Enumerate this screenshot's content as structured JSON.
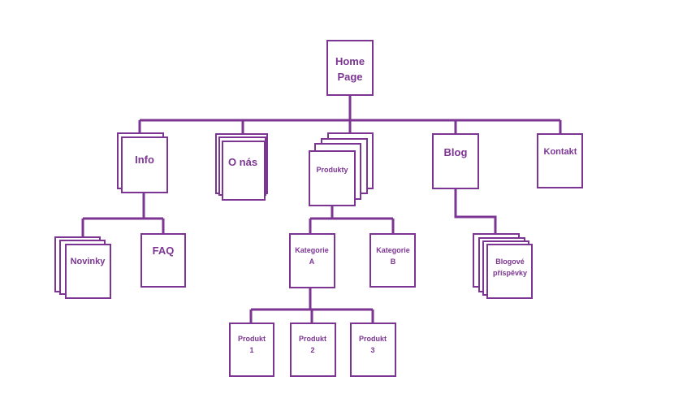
{
  "nodes": {
    "home": {
      "lines": [
        "Home",
        "Page"
      ]
    },
    "info": {
      "lines": [
        "Info"
      ]
    },
    "onas": {
      "lines": [
        "O nás"
      ]
    },
    "produkty": {
      "lines": [
        "Produkty"
      ]
    },
    "blog": {
      "lines": [
        "Blog"
      ]
    },
    "kontakt": {
      "lines": [
        "Kontakt"
      ]
    },
    "novinky": {
      "lines": [
        "Novinky"
      ]
    },
    "faq": {
      "lines": [
        "FAQ"
      ]
    },
    "kat_a": {
      "lines": [
        "Kategorie",
        "A"
      ]
    },
    "kat_b": {
      "lines": [
        "Kategorie",
        "B"
      ]
    },
    "blogove": {
      "lines": [
        "Blogové",
        "příspěvky"
      ]
    },
    "produkt1": {
      "lines": [
        "Produkt",
        "1"
      ]
    },
    "produkt2": {
      "lines": [
        "Produkt",
        "2"
      ]
    },
    "produkt3": {
      "lines": [
        "Produkt",
        "3"
      ]
    }
  },
  "colors": {
    "accent": "#7c3592",
    "background": "#ffffff"
  }
}
